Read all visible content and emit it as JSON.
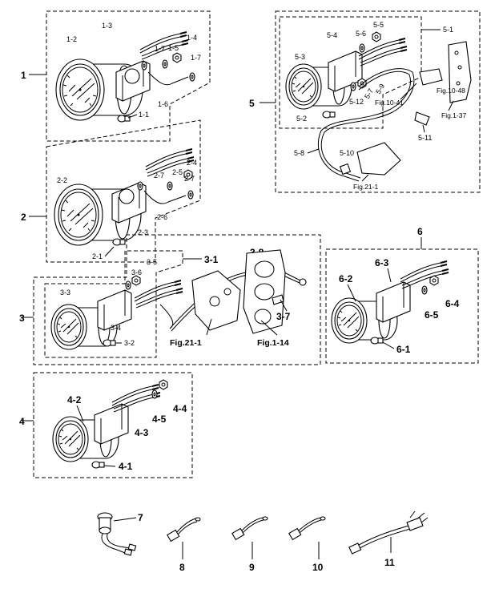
{
  "groups": {
    "g1": "1",
    "g2": "2",
    "g3": "3",
    "g4": "4",
    "g5": "5",
    "g6": "6",
    "p7": "7",
    "p8": "8",
    "p9": "9",
    "p10": "10",
    "p11": "11"
  },
  "parts": {
    "p1_1": "1-1",
    "p1_2": "1-2",
    "p1_3": "1-3",
    "p1_4": "1-4",
    "p1_5": "1-5",
    "p1_6": "1-6",
    "p1_7a": "1-7",
    "p1_7b": "1-7",
    "p2_1": "2-1",
    "p2_2": "2-2",
    "p2_3": "2-3",
    "p2_4": "2-4",
    "p2_5": "2-5",
    "p2_6": "2-6",
    "p2_7a": "2-7",
    "p2_7b": "2-7",
    "p3_1": "3-1",
    "p3_2": "3-2",
    "p3_3": "3-3",
    "p3_4": "3-4",
    "p3_5": "3-5",
    "p3_6": "3-6",
    "p3_7": "3-7",
    "p3_8": "3-8",
    "p4_1": "4-1",
    "p4_2": "4-2",
    "p4_3": "4-3",
    "p4_4": "4-4",
    "p4_5": "4-5",
    "p5_1": "5-1",
    "p5_2": "5-2",
    "p5_3": "5-3",
    "p5_4": "5-4",
    "p5_5": "5-5",
    "p5_6": "5-6",
    "p5_7": "5-7",
    "p5_8": "5-8",
    "p5_9": "5-9",
    "p5_10": "5-10",
    "p5_11": "5-11",
    "p5_12": "5-12",
    "p6_1": "6-1",
    "p6_2": "6-2",
    "p6_3": "6-3",
    "p6_4": "6-4",
    "p6_5": "6-5"
  },
  "refs": {
    "fig21_1_a": "Fig.21-1",
    "fig21_1_b": "Fig.21-1",
    "fig1_14": "Fig.1-14",
    "fig10_41": "Fig.10-41",
    "fig10_48": "Fig.10-48",
    "fig1_37": "Fig.1-37"
  }
}
